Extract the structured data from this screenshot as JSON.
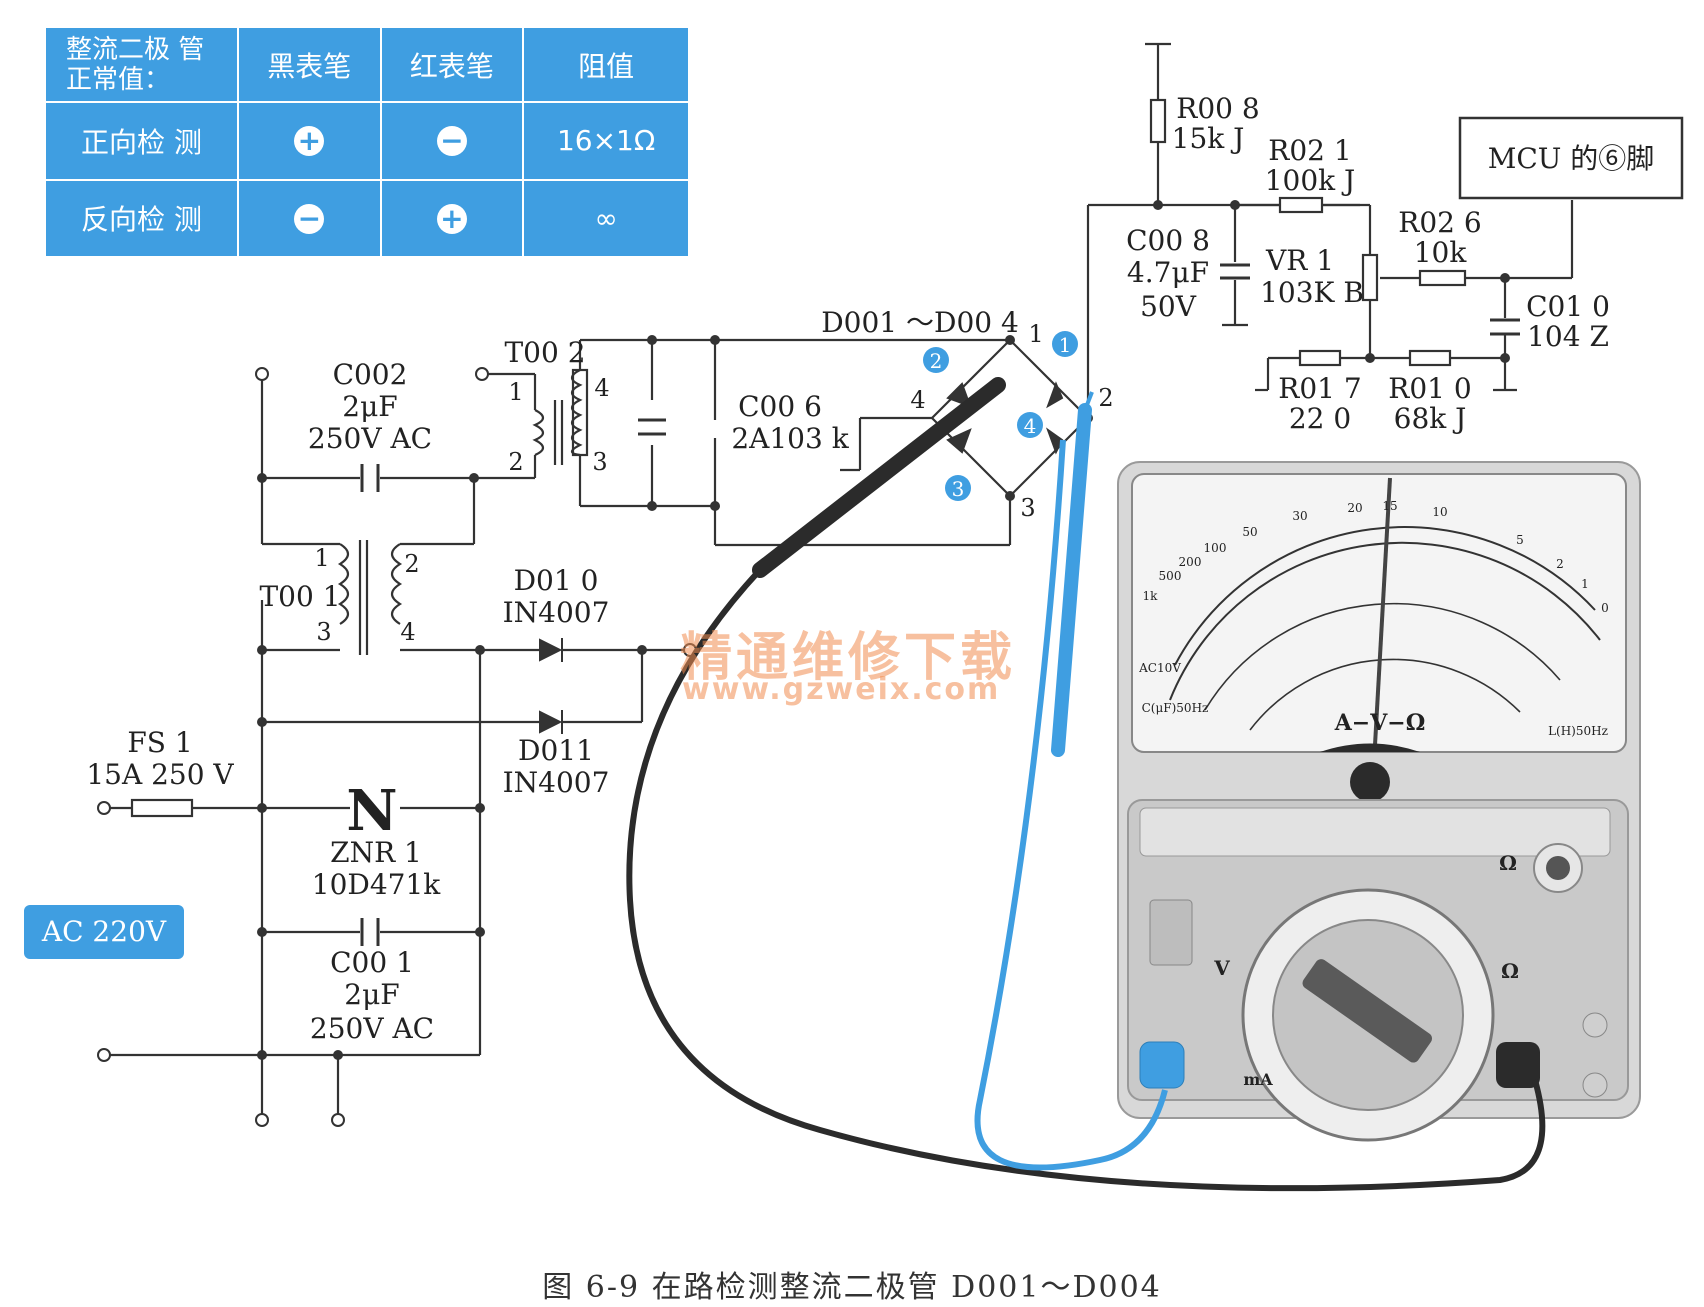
{
  "figure_caption": "图 6-9   在路检测整流二极管 D001～D004",
  "table": {
    "corner": [
      "整流二极 管",
      "正常值："
    ],
    "col_black": "黑表笔",
    "col_red": "红表笔",
    "col_res": "阻值",
    "rows": [
      {
        "label": "正向检 测",
        "black": "+",
        "red": "−",
        "value": "16×1Ω"
      },
      {
        "label": "反向检 测",
        "black": "−",
        "red": "+",
        "value": "∞"
      }
    ]
  },
  "ac_label": "AC 220V",
  "watermark": {
    "line1": "精通维修下载",
    "line2": "www.gzweix.com"
  },
  "components": {
    "c002": [
      "C002",
      "2μF",
      "250V AC"
    ],
    "t002": "T00 2",
    "t002_pins": [
      "1",
      "2",
      "4",
      "3"
    ],
    "c006": [
      "C00 6",
      "2A103 k"
    ],
    "bridge": "D001 ～D00 4",
    "bridge_pins": [
      "1",
      "2",
      "3",
      "4"
    ],
    "bridge_marks": [
      "1",
      "2",
      "3",
      "4"
    ],
    "r008": [
      "R00 8",
      "15k J"
    ],
    "c008": [
      "C00 8",
      "4.7μF",
      "50V"
    ],
    "vr1": [
      "VR 1",
      "103K B"
    ],
    "r021": [
      "R02 1",
      "100k J"
    ],
    "r026": [
      "R02 6",
      "10k"
    ],
    "mcu": "MCU 的⑥脚",
    "c010": [
      "C01 0",
      "104 Z"
    ],
    "r017": [
      "R01 7",
      "22 0"
    ],
    "r010": [
      "R01 0",
      "68k J"
    ],
    "t001": "T00 1",
    "t001_pins": [
      "1",
      "2",
      "3",
      "4"
    ],
    "d010": [
      "D01 0",
      "IN4007"
    ],
    "d011": [
      "D011",
      "IN4007"
    ],
    "fs1": [
      "FS 1",
      "15A 250 V"
    ],
    "znr1": [
      "ZNR 1",
      "10D471k"
    ],
    "c001": [
      "C00 1",
      "2μF",
      "250V AC"
    ]
  },
  "meter": {
    "scale_label": "A−V−Ω",
    "dial_labels": [
      "V",
      "Ω",
      "mA",
      "Ω"
    ],
    "bottom_labels": [
      "C(μF)50Hz",
      "L(H)50Hz",
      "AC10V"
    ],
    "top_scale": [
      "1k",
      "500",
      "200",
      "100",
      "50",
      "30",
      "20",
      "15",
      "10",
      "5",
      "2",
      "1",
      "0"
    ]
  },
  "colors": {
    "accent": "#3f9ee1",
    "probe_red": "#3f9ee1",
    "probe_black": "#2b2b2b"
  }
}
